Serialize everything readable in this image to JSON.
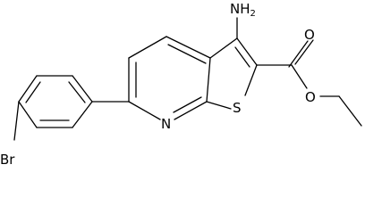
{
  "molecule": {
    "atoms": {
      "nh2": {
        "main": "NH",
        "sub": "2"
      },
      "s": "S",
      "n": "N",
      "o_carbonyl": "O",
      "o_ester": "O",
      "br": "Br"
    }
  }
}
